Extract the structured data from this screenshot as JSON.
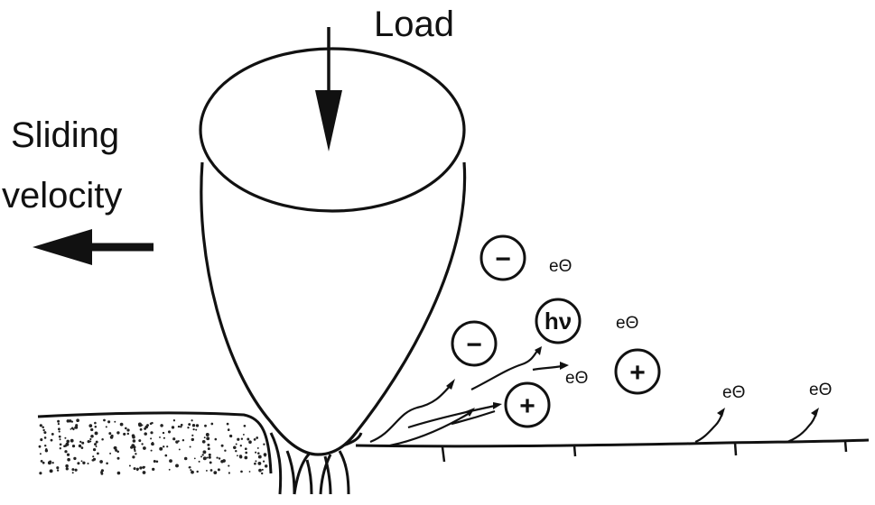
{
  "labels": {
    "load": "Load",
    "sliding_line1": "Sliding",
    "sliding_line2": "velocity"
  },
  "particles": [
    {
      "id": "neg-top",
      "kind": "circle",
      "symbol": "−"
    },
    {
      "id": "hv",
      "kind": "circle",
      "symbol": "hν"
    },
    {
      "id": "neg-mid",
      "kind": "circle",
      "symbol": "−"
    },
    {
      "id": "pos-right",
      "kind": "circle",
      "symbol": "+"
    },
    {
      "id": "pos-low",
      "kind": "circle",
      "symbol": "+"
    }
  ],
  "electrons": [
    {
      "id": "e1",
      "symbol": "eΘ"
    },
    {
      "id": "e2",
      "symbol": "eΘ"
    },
    {
      "id": "e3",
      "symbol": "eΘ"
    },
    {
      "id": "e4",
      "symbol": "eΘ"
    },
    {
      "id": "e5",
      "symbol": "eΘ"
    }
  ],
  "colors": {
    "ink": "#111111",
    "background": "#ffffff"
  }
}
